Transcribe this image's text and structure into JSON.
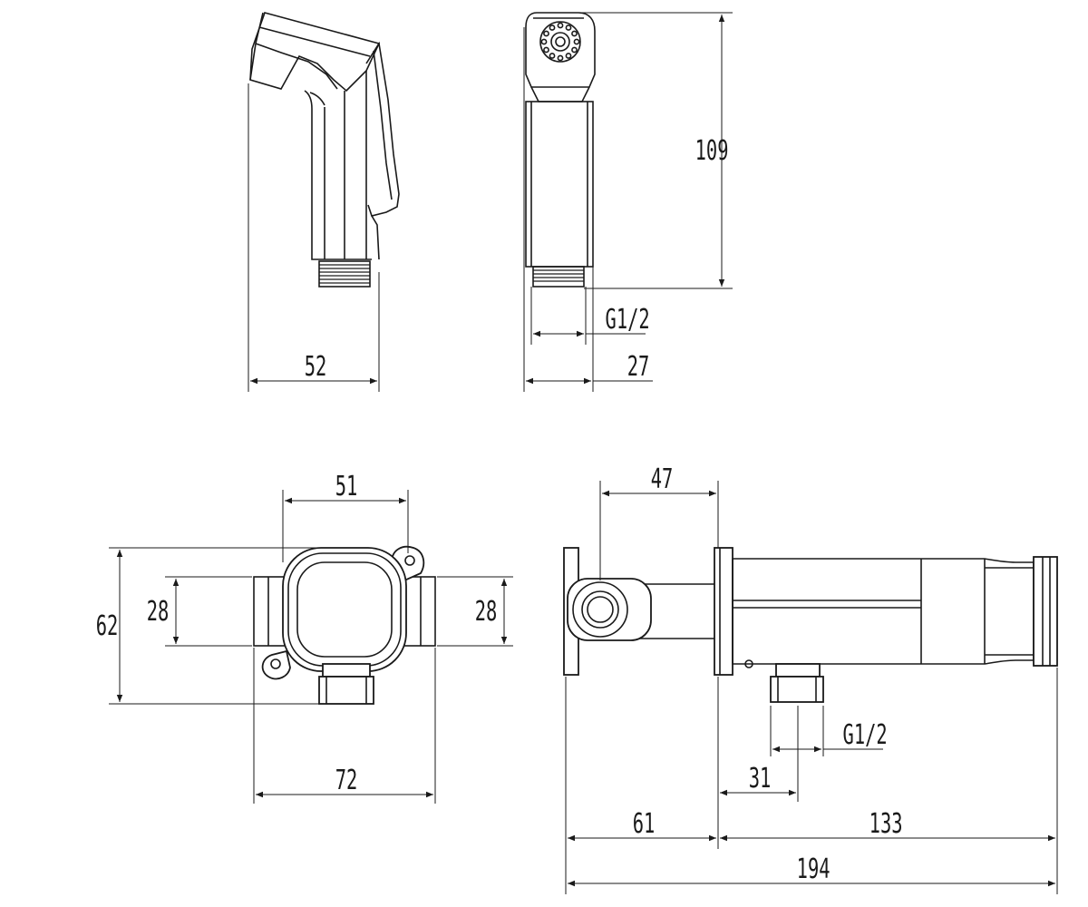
{
  "drawing": {
    "dimensions": {
      "handle_width": "52",
      "handle_depth": "27",
      "handle_height": "109",
      "handle_thread": "G1/2",
      "plate_hole_spacing": "51",
      "plate_height": "62",
      "body_height_left": "28",
      "body_height_right": "28",
      "plate_width": "72",
      "valve_offset": "47",
      "outlet_offset": "31",
      "outlet_thread": "G1/2",
      "wall_depth": "61",
      "spout_length": "133",
      "overall_length": "194"
    },
    "views": [
      "handle-side-view",
      "handle-front-view",
      "wall-plate-front-view",
      "valve-side-view"
    ]
  }
}
